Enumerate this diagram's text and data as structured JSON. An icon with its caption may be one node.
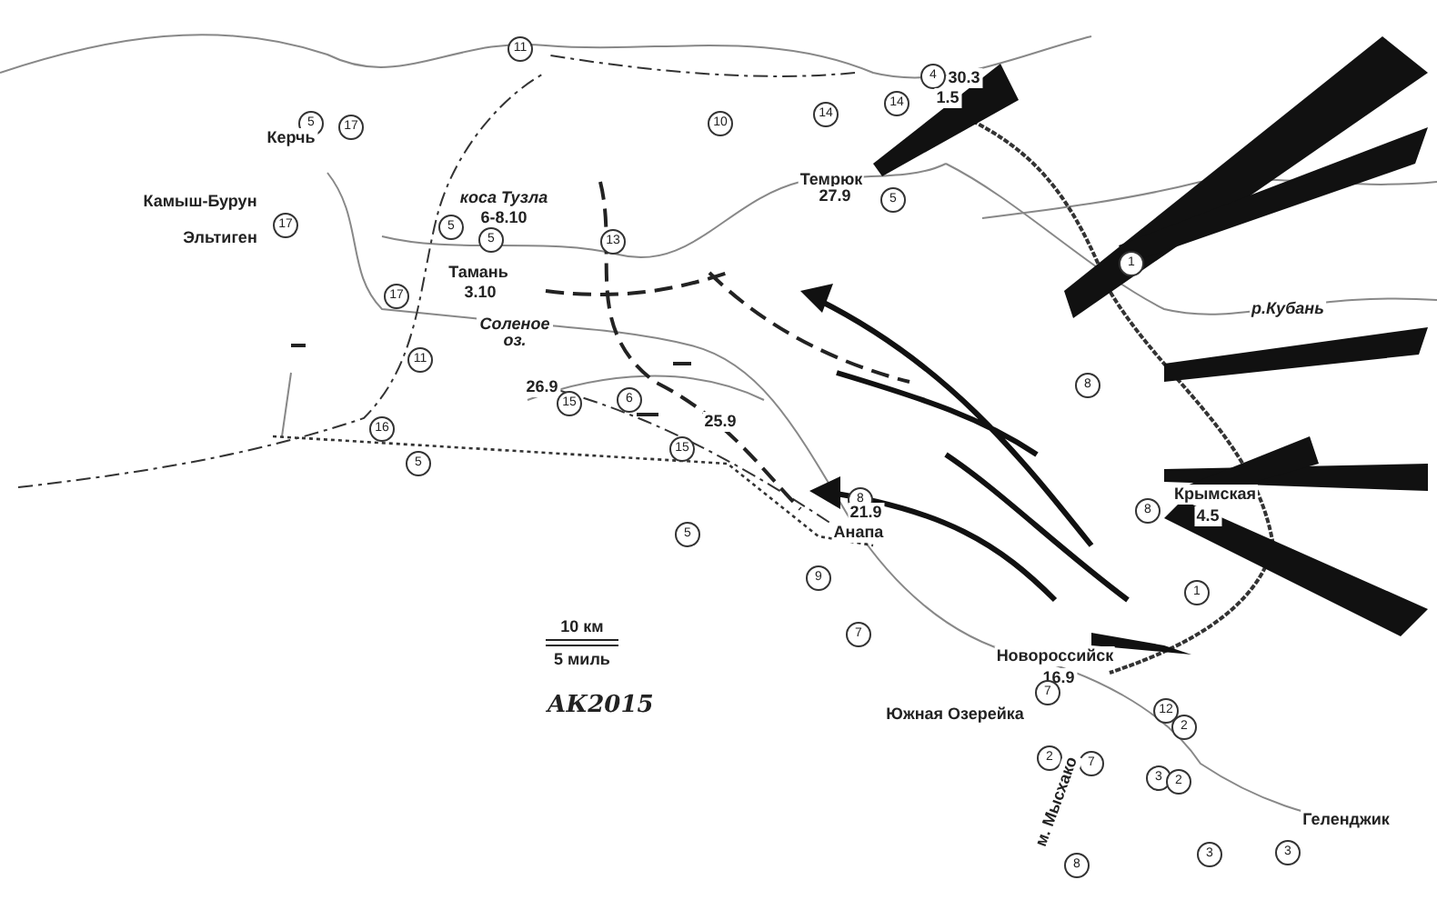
{
  "diagram": {
    "labels": [
      "11",
      "4",
      "30.3",
      "5",
      "10",
      "14",
      "14",
      "1.5",
      "17",
      "Керчь",
      "Темрюк",
      "27.9",
      "5",
      "Камыш-Бурун",
      "коса Тузла",
      "6-8.10",
      "5",
      "5",
      "17",
      "Эльтиген",
      "Тамань",
      "3.10",
      "13",
      "17",
      "1",
      "р.Кубань",
      "Соленое оз.",
      "11",
      "26.9",
      "15",
      "6",
      "8",
      "16",
      "25.9",
      "15",
      "8",
      "Крымская",
      "4.5",
      "5",
      "8",
      "21.9",
      "5",
      "Анапа",
      "9",
      "1",
      "10 км",
      "5 миль",
      "7",
      "Новороссийск",
      "16.9",
      "7",
      "12",
      "2",
      "АК2015",
      "Южная Озерейка",
      "2",
      "7",
      "3",
      "2",
      "м. Мысхако",
      "Геленджик",
      "8",
      "3",
      "3"
    ]
  }
}
